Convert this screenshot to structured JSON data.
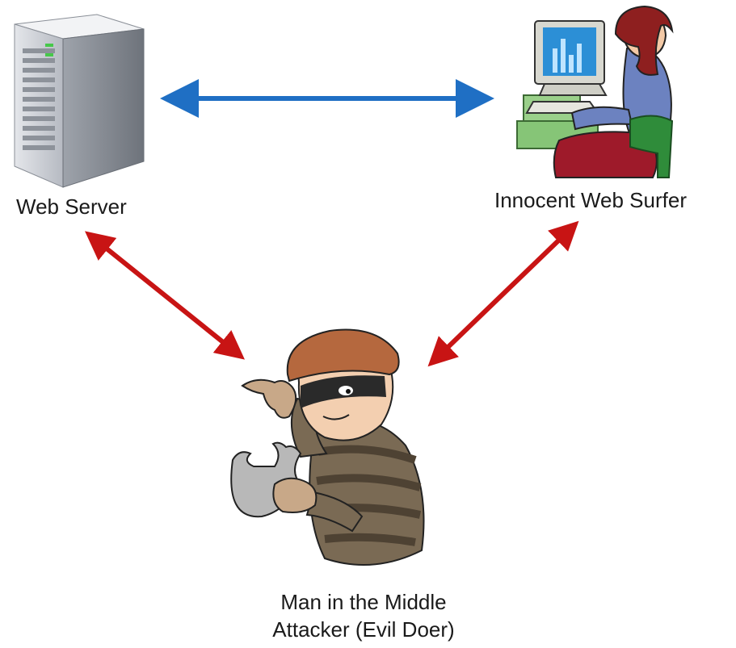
{
  "nodes": {
    "server": {
      "label": "Web Server"
    },
    "surfer": {
      "label": "Innocent Web Surfer"
    },
    "attacker": {
      "label_line1": "Man in the Middle",
      "label_line2": "Attacker (Evil Doer)"
    }
  },
  "edges": [
    {
      "from": "server",
      "to": "surfer",
      "color": "#1f6fc4",
      "style": "bidirectional"
    },
    {
      "from": "server",
      "to": "attacker",
      "color": "#c81414",
      "style": "bidirectional"
    },
    {
      "from": "surfer",
      "to": "attacker",
      "color": "#c81414",
      "style": "bidirectional"
    }
  ],
  "icons": {
    "server": "server-tower-icon",
    "surfer": "woman-at-computer-icon",
    "attacker": "masked-thief-icon"
  }
}
